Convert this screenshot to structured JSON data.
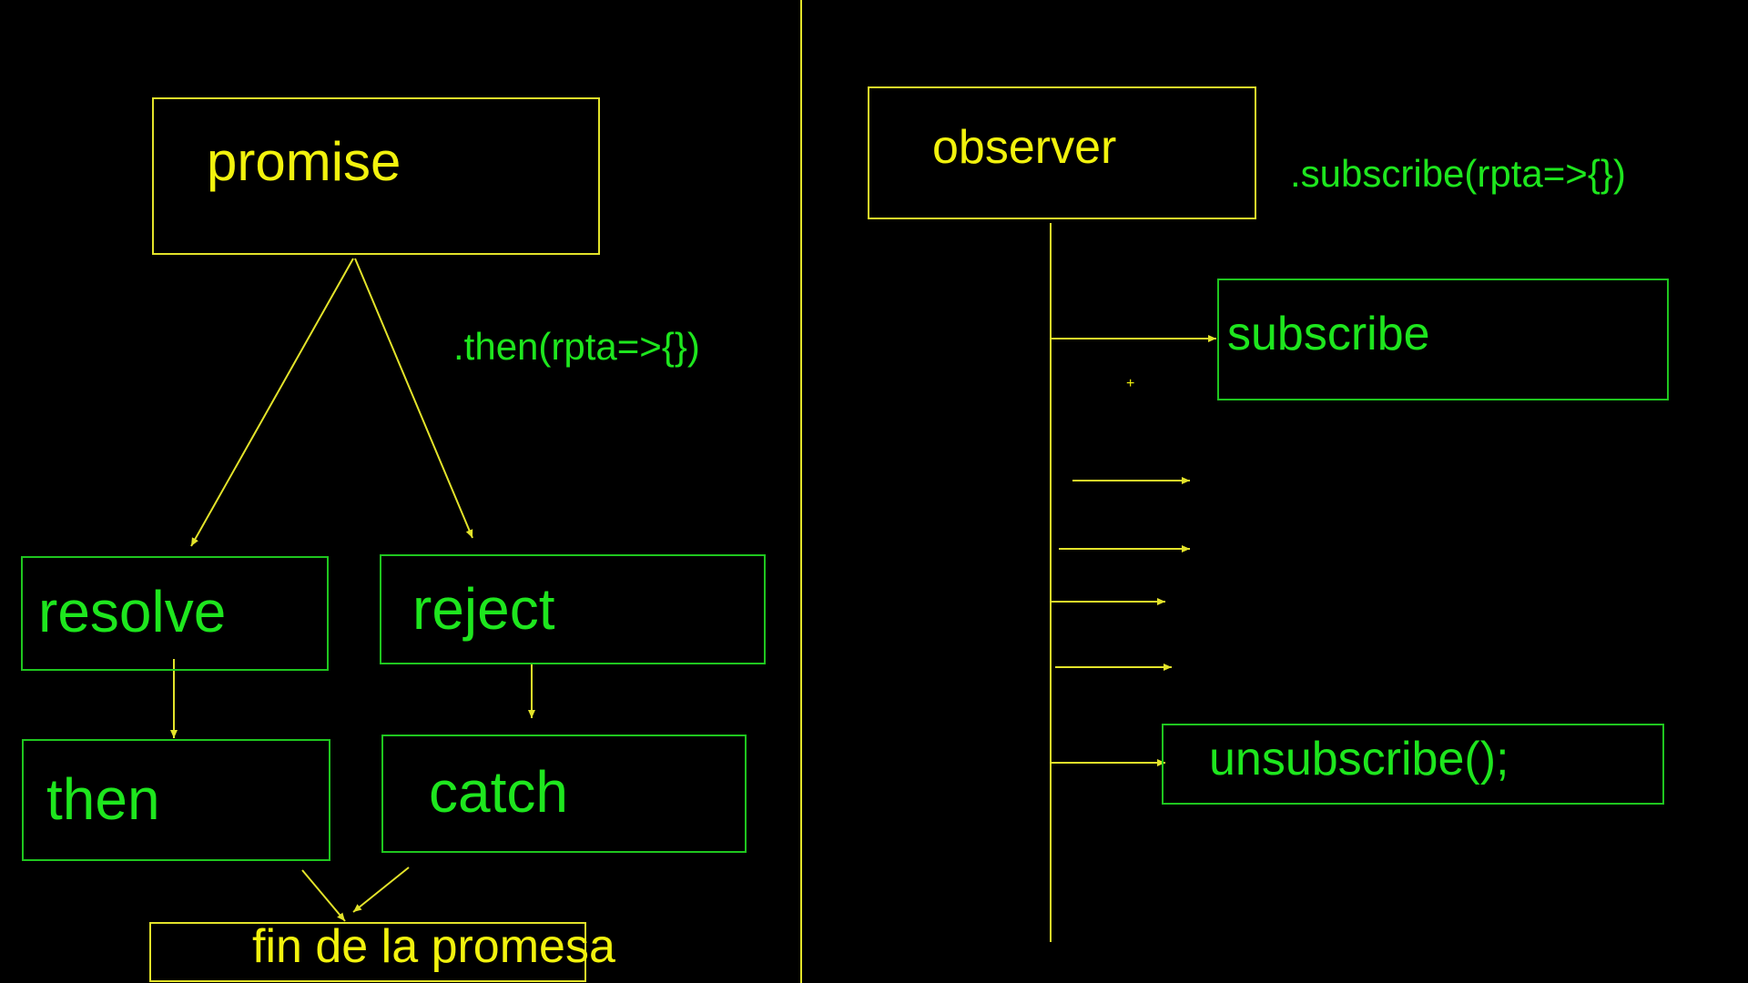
{
  "colors": {
    "background": "#000000",
    "yellow": "#f2f20d",
    "green": "#1ee61e",
    "line": "#e3e32a",
    "box_border_green": "#1fc61f"
  },
  "promise_side": {
    "promise": "promise",
    "then_call": ".then(rpta=>{})",
    "resolve": "resolve",
    "reject": "reject",
    "then": "then",
    "catch": "catch",
    "end": "fin de la promesa"
  },
  "observer_side": {
    "observer": "observer",
    "subscribe_call": ".subscribe(rpta=>{})",
    "subscribe": "subscribe",
    "marker": "+",
    "unsubscribe": "unsubscribe();"
  }
}
